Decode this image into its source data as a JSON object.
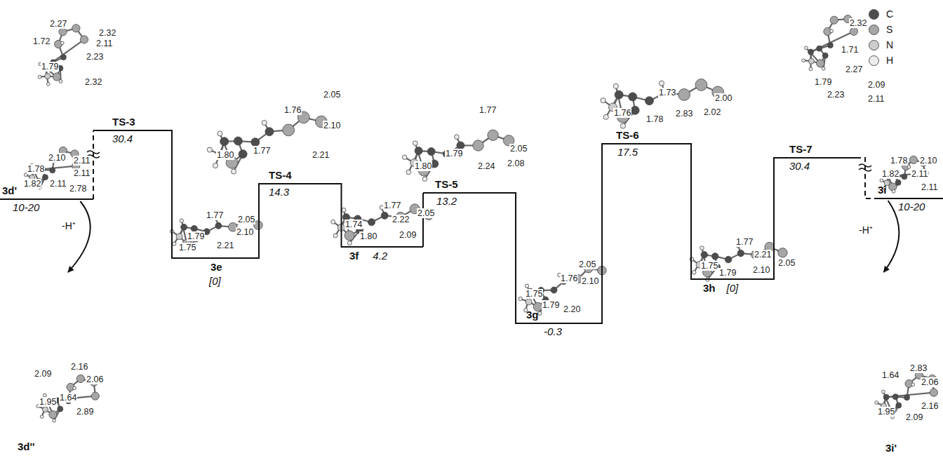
{
  "diagram": {
    "nodes": [
      {
        "text": [
          "3d'",
          "10-20"
        ]
      },
      {
        "text": [
          "TS-3",
          "30.4"
        ]
      },
      {
        "text": [
          "3e",
          "[0]"
        ]
      },
      {
        "text": [
          "TS-4",
          "14.3"
        ]
      },
      {
        "text": [
          "3f",
          "4.2"
        ]
      },
      {
        "text": [
          "TS-5",
          "13.2"
        ]
      },
      {
        "text": [
          "3g",
          "-0.3"
        ]
      },
      {
        "text": [
          "TS-6",
          "17.5"
        ]
      },
      {
        "text": [
          "3h",
          "[0]"
        ]
      },
      {
        "text": [
          "TS-7",
          "30.4"
        ]
      },
      {
        "text": [
          "3i",
          "10-20"
        ]
      },
      {
        "text": [
          "3d''"
        ]
      },
      {
        "text": [
          "3i'"
        ]
      }
    ],
    "edges": [
      {
        "from": 0,
        "to": 1,
        "arrow": "none"
      },
      {
        "from": 1,
        "to": 2,
        "arrow": "none"
      },
      {
        "from": 2,
        "to": 3,
        "arrow": "none"
      },
      {
        "from": 3,
        "to": 4,
        "arrow": "none"
      },
      {
        "from": 4,
        "to": 5,
        "arrow": "none"
      },
      {
        "from": 5,
        "to": 6,
        "arrow": "none"
      },
      {
        "from": 6,
        "to": 7,
        "arrow": "none"
      },
      {
        "from": 7,
        "to": 8,
        "arrow": "none"
      },
      {
        "from": 8,
        "to": 9,
        "arrow": "none"
      },
      {
        "from": 9,
        "to": 10,
        "arrow": "none"
      },
      {
        "from": 0,
        "to": 11,
        "arrow": "to",
        "label": "-H⁺"
      },
      {
        "from": 10,
        "to": 12,
        "arrow": "to",
        "label": "-H⁺"
      }
    ],
    "labels": [
      "2.10",
      "2.11",
      "1.78",
      "2.11",
      "1.82",
      "2.11",
      "2.78",
      "2.27",
      "2.32",
      "1.72",
      "2.11",
      "2.23",
      "1.79",
      "2.32",
      "2.09",
      "2.16",
      "2.06",
      "1.95",
      "1.64",
      "2.89",
      "1.77",
      "2.05",
      "1.79",
      "1.75",
      "2.21",
      "2.10",
      "2.05",
      "1.76",
      "2.10",
      "1.80",
      "1.77",
      "2.21",
      "1.77",
      "2.05",
      "2.22",
      "1.74",
      "1.80",
      "2.09",
      "1.77",
      "2.05",
      "1.80",
      "1.79",
      "2.24",
      "2.08",
      "2.05",
      "1.76",
      "2.10",
      "1.75",
      "1.79",
      "2.20",
      "1.73",
      "2.00",
      "1.76",
      "1.78",
      "2.83",
      "2.02",
      "1.77",
      "2.21",
      "2.05",
      "1.75",
      "1.79",
      "2.10",
      "2.32",
      "1.71",
      "2.27",
      "1.79",
      "2.09",
      "2.23",
      "2.11",
      "1.78",
      "2.10",
      "1.82",
      "2.11",
      "2.11",
      "1.64",
      "2.83",
      "2.06",
      "2.16",
      "1.95",
      "2.09"
    ],
    "legend": [
      {
        "text": "C",
        "color": "#4d4d4d"
      },
      {
        "text": "S",
        "color": "#a6a6a6"
      },
      {
        "text": "N",
        "color": "#cccccc"
      },
      {
        "text": "H",
        "color": "#ececec"
      }
    ]
  }
}
